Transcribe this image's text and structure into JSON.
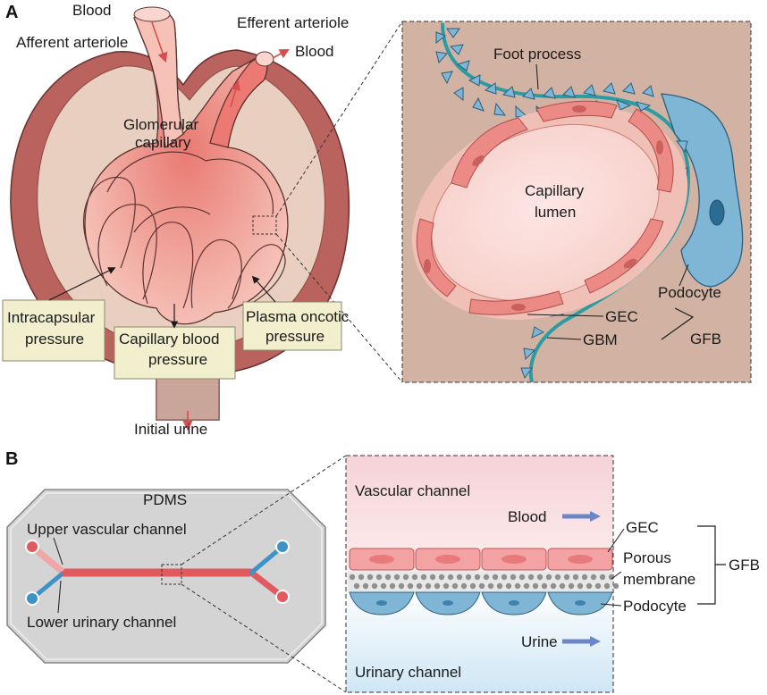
{
  "panel_a": {
    "letter": "A",
    "blood_in": "Blood",
    "afferent": "Afferent arteriole",
    "efferent": "Efferent arteriole",
    "blood_out": "Blood",
    "glomerular_1": "Glomerular",
    "glomerular_2": "capillary",
    "intracapsular_1": "Intracapsular",
    "intracapsular_2": "pressure",
    "capillary_blood_1": "Capillary blood",
    "capillary_blood_2": "pressure",
    "plasma_1": "Plasma oncotic",
    "plasma_2": "pressure",
    "initial_urine": "Initial urine",
    "foot_process": "Foot process",
    "capillary_lumen_1": "Capillary",
    "capillary_lumen_2": "lumen",
    "podocyte": "Podocyte",
    "gec": "GEC",
    "gbm": "GBM",
    "gfb": "GFB"
  },
  "panel_b": {
    "letter": "B",
    "pdms": "PDMS",
    "upper_channel": "Upper vascular channel",
    "lower_channel": "Lower urinary channel",
    "vascular_channel": "Vascular channel",
    "blood": "Blood",
    "gec": "GEC",
    "porous_1": "Porous",
    "porous_2": "membrane",
    "podocyte": "Podocyte",
    "gfb": "GFB",
    "urine": "Urine",
    "urinary_channel": "Urinary channel"
  },
  "colors": {
    "capsule": "#b9625e",
    "capsule_inner": "#e9cfc0",
    "capillary": "#f3b5ab",
    "inset_bg": "#d2b3a3",
    "podocyte": "#7fb6d6",
    "gbm": "#2c9ca3",
    "gec": "#ec8a86",
    "vascular_top": "#f8d8dc",
    "urinary_bottom": "#d9ecf7",
    "chip": "#d4d4d4",
    "red_channel": "#e05a5e",
    "blue_channel": "#3d93c6"
  }
}
